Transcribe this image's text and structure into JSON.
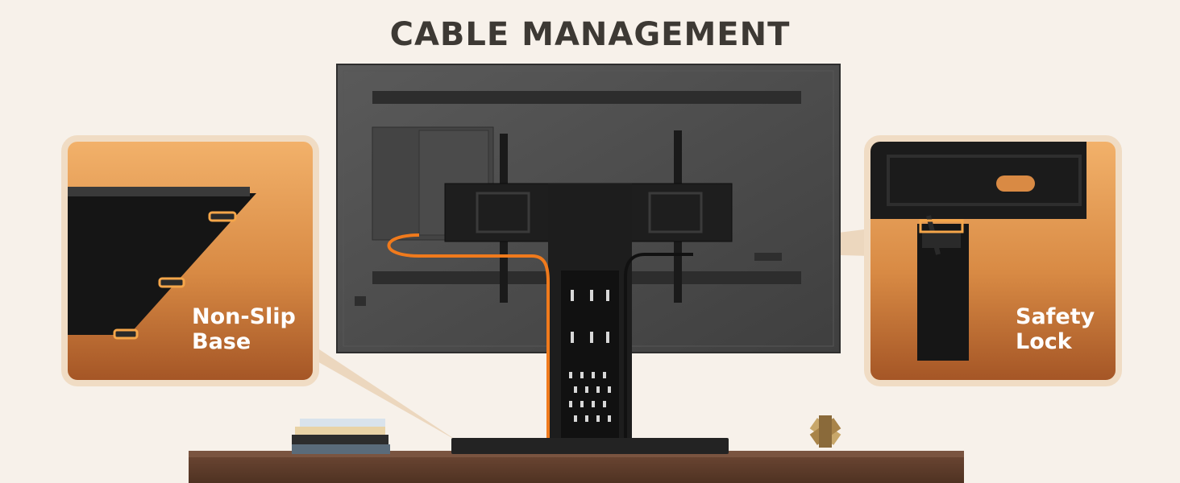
{
  "title": "CABLE MANAGEMENT",
  "callouts": {
    "left": {
      "line1": "Non-Slip",
      "line2": "Base"
    },
    "right": {
      "line1": "Safety",
      "line2": "Lock"
    }
  },
  "colors": {
    "background": "#f7f1ea",
    "cable": "#f07a1c",
    "callout_border": "#f0dcc4",
    "callout_top": "#f2b16a",
    "callout_bottom": "#a55626",
    "tv": "#4a4a4a",
    "stand": "#1d1d1d",
    "cabinet": "#5b3a28"
  }
}
